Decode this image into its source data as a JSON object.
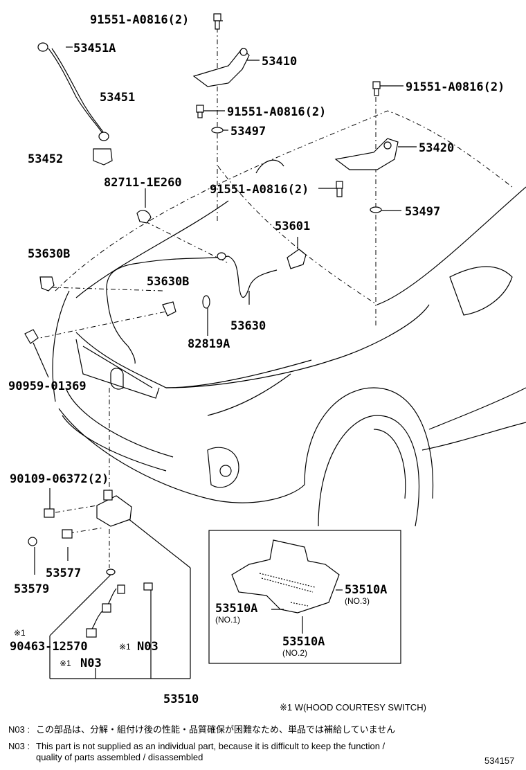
{
  "labels": {
    "bolt_top": "91551-A0816(2)",
    "p53451A": "53451A",
    "p53410": "53410",
    "p53451": "53451",
    "bolt_right": "91551-A0816(2)",
    "bolt_mid": "91551-A0816(2)",
    "washer_left": "53497",
    "p53420": "53420",
    "p53452": "53452",
    "p82711": "82711-1E260",
    "bolt_lower": "91551-A0816(2)",
    "washer_right": "53497",
    "p53601": "53601",
    "p53630B_left": "53630B",
    "p53630B_mid": "53630B",
    "p53630": "53630",
    "p82819A": "82819A",
    "p90959": "90959-01369",
    "p90109": "90109-06372(2)",
    "p53577": "53577",
    "p53579": "53579",
    "p90463": "90463-12570",
    "mark_1_a": "※1",
    "mark_1_b": "※1",
    "mark_1_c": "※1",
    "n03_a": "N03",
    "n03_b": "N03",
    "p53510": "53510",
    "inset_no3": "53510A",
    "inset_no3_sub": "(NO.3)",
    "inset_no1": "53510A",
    "inset_no1_sub": "(NO.1)",
    "inset_no2": "53510A",
    "inset_no2_sub": "(NO.2)"
  },
  "notes": {
    "footnote": "※1 W(HOOD COURTESY SWITCH)",
    "n03_jp_key": "N03 :",
    "n03_jp": "この部品は、分解・組付け後の性能・品質確保が困難なため、単品では補給していません",
    "n03_en_key": "N03 :",
    "n03_en_1": "This part is not supplied as an individual part, because it is difficult to keep the function /",
    "n03_en_2": "quality of parts assembled / disassembled",
    "figure_id": "534157"
  },
  "icons": [
    "bolt-icon",
    "washer-icon",
    "hinge-icon",
    "clip-icon",
    "cable-icon",
    "latch-icon",
    "spring-icon",
    "switch-icon"
  ]
}
